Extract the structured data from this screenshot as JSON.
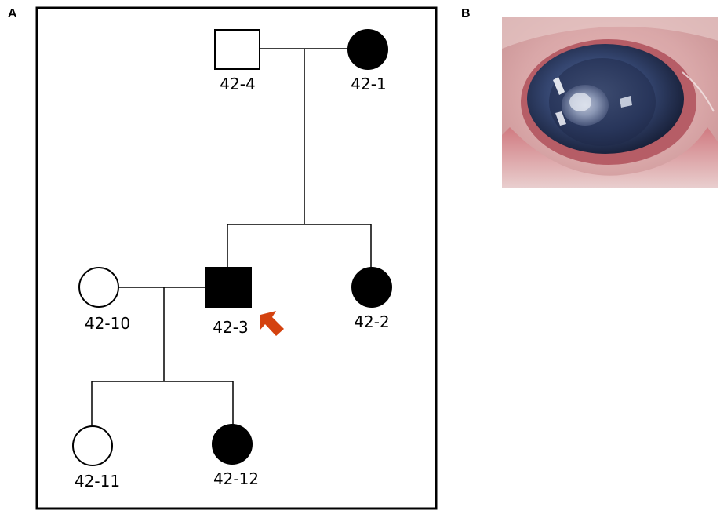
{
  "panels": {
    "a": {
      "letter": "A"
    },
    "b": {
      "letter": "B"
    }
  },
  "pedigree": {
    "individuals": [
      {
        "id": "42-4",
        "label": "42-4",
        "sex": "male",
        "affected": false,
        "generation": 1
      },
      {
        "id": "42-1",
        "label": "42-1",
        "sex": "female",
        "affected": true,
        "generation": 1
      },
      {
        "id": "42-10",
        "label": "42-10",
        "sex": "female",
        "affected": false,
        "generation": 2
      },
      {
        "id": "42-3",
        "label": "42-3",
        "sex": "male",
        "affected": true,
        "generation": 2,
        "proband": true
      },
      {
        "id": "42-2",
        "label": "42-2",
        "sex": "female",
        "affected": true,
        "generation": 2
      },
      {
        "id": "42-11",
        "label": "42-11",
        "sex": "female",
        "affected": false,
        "generation": 3
      },
      {
        "id": "42-12",
        "label": "42-12",
        "sex": "female",
        "affected": true,
        "generation": 3
      }
    ],
    "couples": [
      {
        "partners": [
          "42-4",
          "42-1"
        ],
        "children": [
          "42-3",
          "42-2"
        ]
      },
      {
        "partners": [
          "42-10",
          "42-3"
        ],
        "children": [
          "42-11",
          "42-12"
        ]
      }
    ],
    "proband_arrow_color": "#d4420f",
    "affected_color": "#000000",
    "unaffected_color": "#ffffff"
  },
  "photo": {
    "subject": "eye-with-cataract"
  }
}
